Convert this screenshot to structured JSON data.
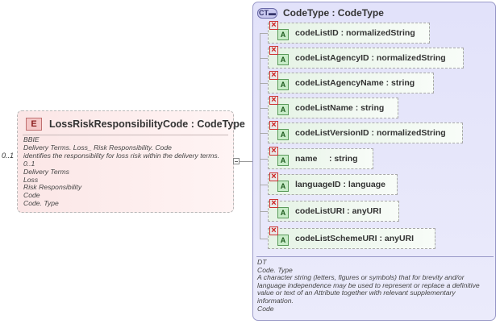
{
  "element": {
    "badge": "E",
    "title": "LossRiskResponsibilityCode : CodeType",
    "multiplicity": "0..1",
    "doc": [
      "BBIE",
      "Delivery Terms. Loss_ Risk Responsibility. Code",
      "identifies the responsibility for loss risk within the delivery terms.",
      "0..1",
      "Delivery Terms",
      "Loss",
      "Risk Responsibility",
      "Code",
      "Code. Type"
    ]
  },
  "complex_type": {
    "badge": "CT",
    "title": "CodeType : CodeType",
    "attribute_badge": "A",
    "attributes": [
      {
        "label": "codeListID : normalizedString"
      },
      {
        "label": "codeListAgencyID : normalizedString"
      },
      {
        "label": "codeListAgencyName : string"
      },
      {
        "label": "codeListName : string"
      },
      {
        "label": "codeListVersionID : normalizedString"
      },
      {
        "label": "name     : string"
      },
      {
        "label": "languageID : language"
      },
      {
        "label": "codeListURI : anyURI"
      },
      {
        "label": "codeListSchemeURI : anyURI"
      }
    ],
    "doc": [
      "DT",
      "Code. Type",
      "A character string (letters, figures or symbols) that for brevity and/or language independence may be used to represent or replace a definitive value or text of an Attribute together with relevant supplementary information.",
      "Code"
    ]
  }
}
